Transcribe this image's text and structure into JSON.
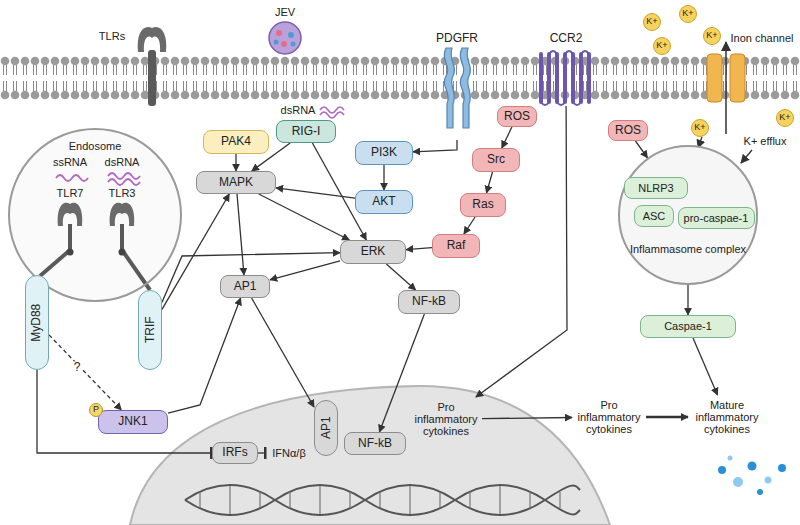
{
  "diagram": {
    "nodes": [
      {
        "text": [
          "Endosome"
        ]
      },
      {
        "text": [
          "MyD88"
        ]
      },
      {
        "text": [
          "TRIF"
        ]
      },
      {
        "text": [
          "JNK1"
        ]
      },
      {
        "text": [
          "PAK4"
        ]
      },
      {
        "text": [
          "RIG-I"
        ]
      },
      {
        "text": [
          "MAPK"
        ]
      },
      {
        "text": [
          "PI3K"
        ]
      },
      {
        "text": [
          "AKT"
        ]
      },
      {
        "text": [
          "ROS"
        ]
      },
      {
        "text": [
          "Src"
        ]
      },
      {
        "text": [
          "Ras"
        ]
      },
      {
        "text": [
          "Raf"
        ]
      },
      {
        "text": [
          "ERK"
        ]
      },
      {
        "text": [
          "AP1"
        ]
      },
      {
        "text": [
          "NF-kB"
        ]
      },
      {
        "text": [
          "PDGFR"
        ]
      },
      {
        "text": [
          "CCR2"
        ]
      },
      {
        "text": [
          "Inflammasome complex"
        ]
      },
      {
        "text": [
          "NLRP3"
        ],
        "in": 18
      },
      {
        "text": [
          "ASC"
        ],
        "in": 18
      },
      {
        "text": [
          "pro-caspae-1"
        ],
        "in": 18
      },
      {
        "text": [
          "ROS"
        ]
      },
      {
        "text": [
          "Caspae-1"
        ]
      },
      {
        "text": [
          "IRFs"
        ]
      },
      {
        "text": [
          "AP1"
        ]
      },
      {
        "text": [
          "NF-kB"
        ]
      },
      {
        "text": [
          "Pro inflammatory cytokines"
        ]
      },
      {
        "text": [
          "Pro inflammatory cytokines"
        ]
      },
      {
        "text": [
          "Mature inflammatory cytokines"
        ]
      },
      {
        "text": [
          "IFNα/β"
        ]
      }
    ],
    "edges": [
      {
        "from": 2,
        "to": 6,
        "arrow": "to"
      },
      {
        "from": 2,
        "to": 13,
        "arrow": "to"
      },
      {
        "from": 1,
        "to": 3,
        "label": "?",
        "arrow": "to"
      },
      {
        "from": 1,
        "to": 24,
        "arrow": "to"
      },
      {
        "from": 3,
        "to": 14,
        "arrow": "to"
      },
      {
        "from": 4,
        "to": 6,
        "arrow": "to"
      },
      {
        "from": 5,
        "to": 6,
        "arrow": "to"
      },
      {
        "from": 5,
        "to": 13,
        "arrow": "to"
      },
      {
        "from": 16,
        "to": 7,
        "arrow": "to"
      },
      {
        "from": 7,
        "to": 8,
        "arrow": "to"
      },
      {
        "from": 8,
        "to": 6,
        "arrow": "to"
      },
      {
        "from": 9,
        "to": 10,
        "arrow": "to"
      },
      {
        "from": 10,
        "to": 11,
        "arrow": "to"
      },
      {
        "from": 11,
        "to": 12,
        "arrow": "to"
      },
      {
        "from": 12,
        "to": 13,
        "arrow": "to"
      },
      {
        "from": 6,
        "to": 13,
        "arrow": "to"
      },
      {
        "from": 6,
        "to": 14,
        "arrow": "to"
      },
      {
        "from": 13,
        "to": 14,
        "arrow": "to"
      },
      {
        "from": 13,
        "to": 15,
        "arrow": "to"
      },
      {
        "from": 14,
        "to": 25,
        "arrow": "to"
      },
      {
        "from": 15,
        "to": 26,
        "arrow": "to"
      },
      {
        "from": 17,
        "to": 27,
        "arrow": "to"
      },
      {
        "from": 27,
        "to": 28,
        "arrow": "to"
      },
      {
        "from": 22,
        "to": 18,
        "arrow": "to"
      },
      {
        "from": 18,
        "to": 23,
        "arrow": "to"
      },
      {
        "from": 23,
        "to": 29,
        "arrow": "to"
      },
      {
        "from": 28,
        "to": 29,
        "arrow": "to"
      },
      {
        "from": 24,
        "to": 30,
        "arrow": "to"
      }
    ],
    "labels": [
      "TLRs",
      "JEV",
      "Inon channel",
      "K+",
      "K+",
      "K+",
      "K+",
      "K+",
      "K+",
      "K+ efflux",
      "ssRNA",
      "dsRNA",
      "TLR7",
      "TLR3",
      "dsRNA",
      "P"
    ]
  }
}
